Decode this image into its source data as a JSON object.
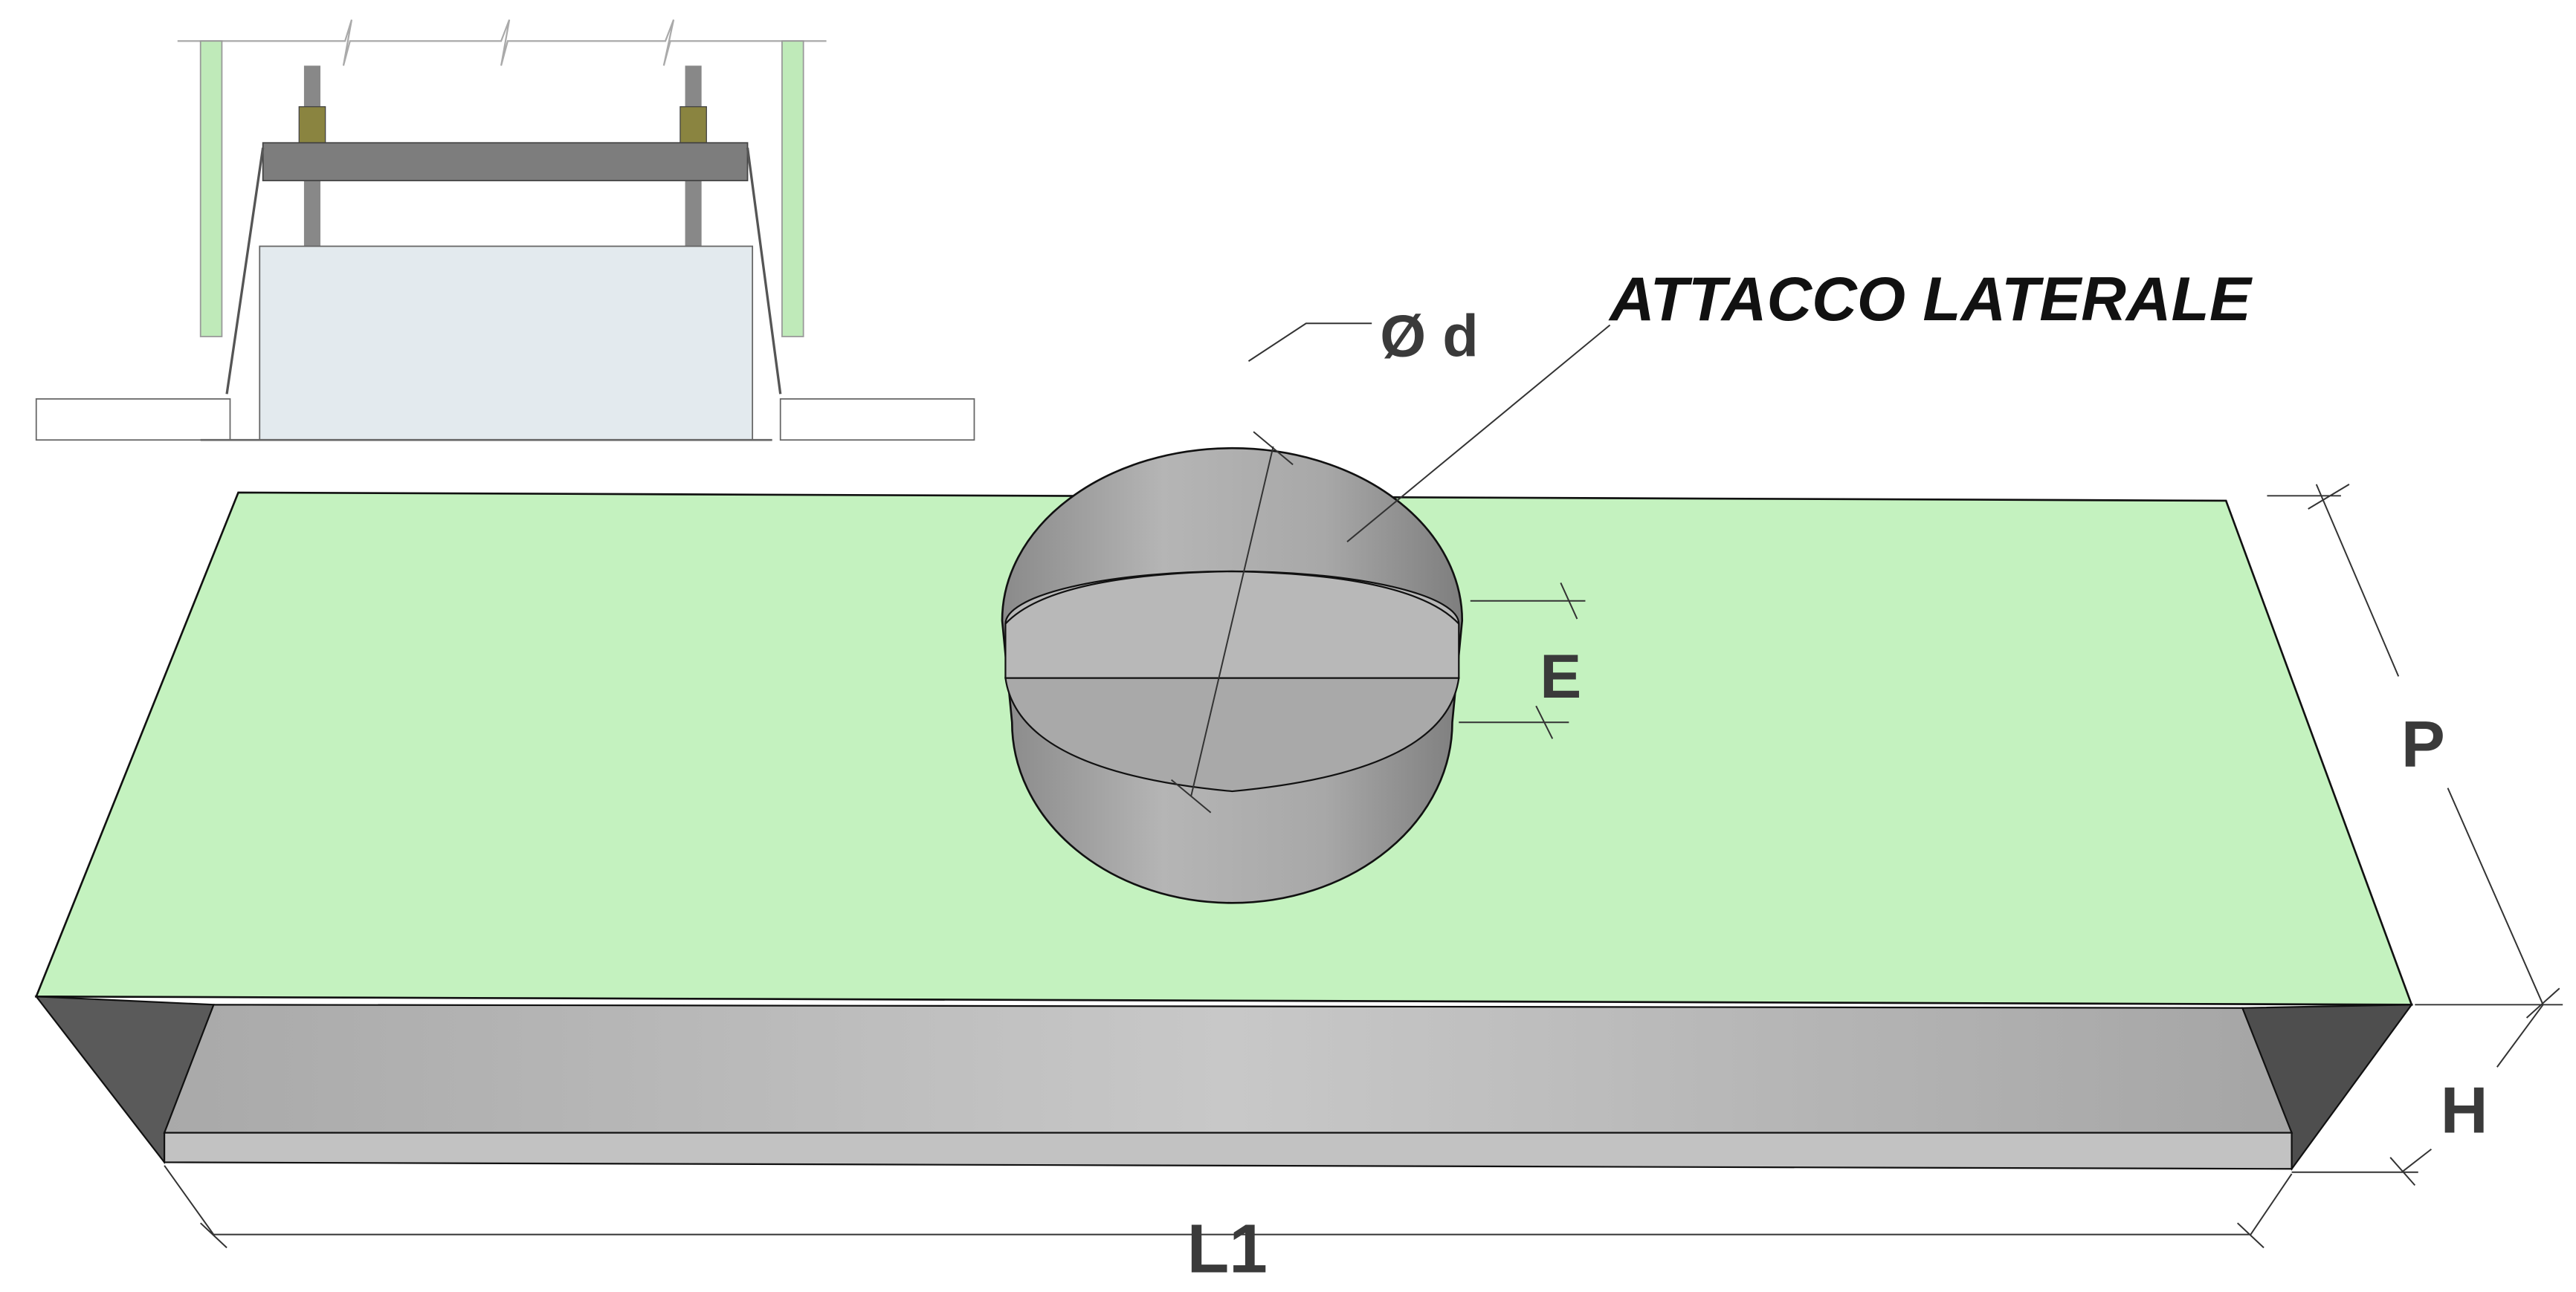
{
  "labels": {
    "diameter": "Ø d",
    "connection": "ATTACCO LATERALE",
    "e": "E",
    "p": "P",
    "h": "H",
    "l1": "L1"
  },
  "colors": {
    "top_face": "#c4f2bf",
    "metal": "#b9b9b9",
    "dark_side": "#5a5a5a",
    "panel_green": "#bfeab9",
    "inset_box": "#e3eaee",
    "bar": "#7d7d7d",
    "nut": "#8a8440"
  }
}
